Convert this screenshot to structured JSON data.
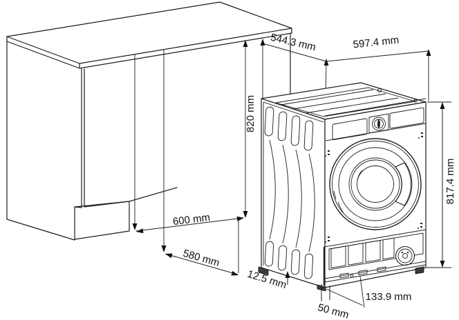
{
  "diagram": {
    "unit": "mm",
    "dimensions": {
      "top_depth": {
        "label": "544.3 mm",
        "value": 544.3
      },
      "top_width": {
        "label": "597.4 mm",
        "value": 597.4
      },
      "niche_height": {
        "label": "820 mm",
        "value": 820
      },
      "appliance_height": {
        "label": "817.4 mm",
        "value": 817.4
      },
      "niche_width": {
        "label": "600 mm",
        "value": 600
      },
      "opening_width": {
        "label": "580 mm",
        "value": 580
      },
      "side_clearance": {
        "label": "12.5 mm",
        "value": 12.5
      },
      "front_clearance": {
        "label": "50 mm",
        "value": 50
      },
      "plinth_offset": {
        "label": "133.9 mm",
        "value": 133.9
      }
    }
  }
}
